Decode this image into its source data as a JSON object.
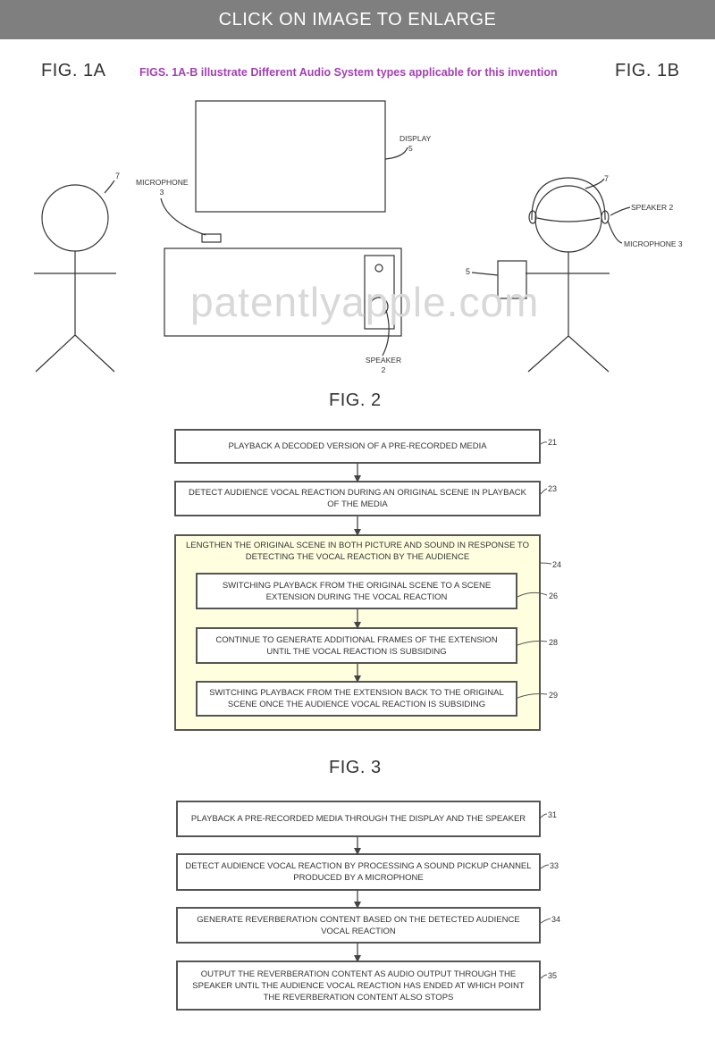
{
  "banner": {
    "text": "CLICK ON IMAGE TO ENLARGE"
  },
  "header": {
    "fig1a": "FIG. 1A",
    "fig1b": "FIG. 1B",
    "caption": "FIGS. 1A-B illustrate Different Audio System types applicable for this invention"
  },
  "fig1": {
    "display_label": "DISPLAY",
    "display_ref": "5",
    "microphone_label": "MICROPHONE",
    "microphone_ref": "3",
    "speaker_label": "SPEAKER",
    "speaker_ref": "2",
    "person_ref_left": "7",
    "person_ref_right": "7",
    "headset_speaker": "SPEAKER 2",
    "headset_microphone": "MICROPHONE 3",
    "device_ref": "5",
    "watermark": "patentlyapple.com"
  },
  "fig2": {
    "title": "FIG. 2",
    "step21": {
      "text": "PLAYBACK A DECODED VERSION OF A PRE-RECORDED MEDIA",
      "ref": "21"
    },
    "step23": {
      "text": "DETECT AUDIENCE VOCAL REACTION DURING AN ORIGINAL SCENE IN PLAYBACK OF THE MEDIA",
      "ref": "23"
    },
    "step24": {
      "text": "LENGTHEN THE ORIGINAL SCENE IN BOTH PICTURE AND SOUND IN RESPONSE TO DETECTING THE VOCAL REACTION BY THE AUDIENCE",
      "ref": "24"
    },
    "step26": {
      "text": "SWITCHING PLAYBACK FROM THE ORIGINAL SCENE TO A SCENE EXTENSION DURING THE VOCAL REACTION",
      "ref": "26"
    },
    "step28": {
      "text": "CONTINUE TO GENERATE ADDITIONAL FRAMES OF THE EXTENSION UNTIL THE VOCAL  REACTION IS SUBSIDING",
      "ref": "28"
    },
    "step29": {
      "text": "SWITCHING PLAYBACK FROM THE EXTENSION BACK TO THE ORIGINAL SCENE ONCE  THE AUDIENCE VOCAL REACTION IS SUBSIDING",
      "ref": "29"
    }
  },
  "fig3": {
    "title": "FIG. 3",
    "step31": {
      "text": "PLAYBACK A PRE-RECORDED MEDIA THROUGH THE DISPLAY AND THE SPEAKER",
      "ref": "31"
    },
    "step33": {
      "text": "DETECT AUDIENCE VOCAL REACTION BY PROCESSING A SOUND PICKUP CHANNEL PRODUCED BY A MICROPHONE",
      "ref": "33"
    },
    "step34": {
      "text": "GENERATE REVERBERATION CONTENT BASED ON THE DETECTED AUDIENCE VOCAL REACTION",
      "ref": "34"
    },
    "step35": {
      "text": "OUTPUT THE REVERBERATION CONTENT AS AUDIO OUTPUT THROUGH THE SPEAKER UNTIL THE AUDIENCE VOCAL REACTION HAS ENDED AT WHICH POINT THE REVERBERATION CONTENT ALSO STOPS",
      "ref": "35"
    }
  },
  "colors": {
    "banner": "#7f7f7f",
    "caption": "#a33fb3",
    "highlight": "#ffffe0",
    "line": "#555555"
  }
}
